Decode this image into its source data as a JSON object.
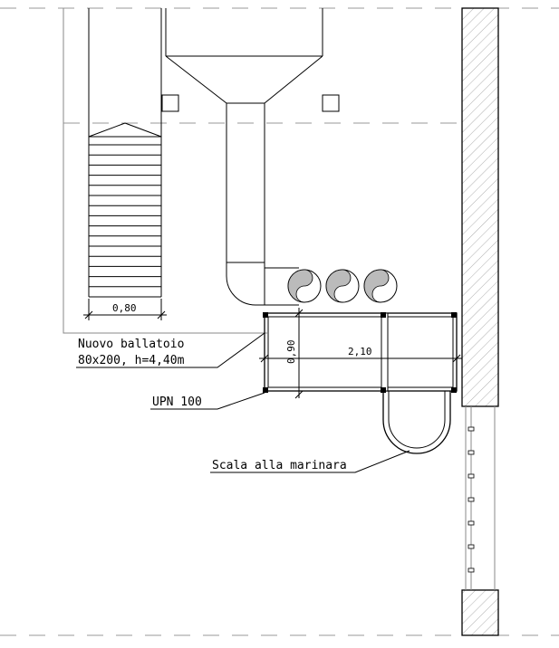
{
  "labels": {
    "stair_width": "0,80",
    "balcony_title": "Nuovo ballatoio",
    "balcony_spec": "80x200, h=4,40m",
    "beam": "UPN 100",
    "ladder": "Scala alla marinara",
    "dim_depth": "0,90",
    "dim_length": "2,10"
  }
}
